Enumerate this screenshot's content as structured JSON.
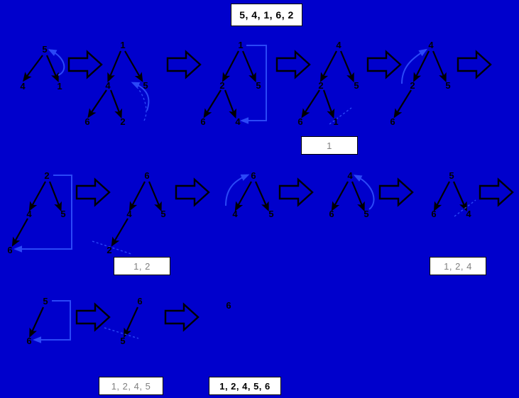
{
  "background_color": "#0000cc",
  "diagram": {
    "title": "heapsort-trace",
    "header_box": {
      "label": "5, 4, 1, 6, 2"
    },
    "rows": [
      {
        "name": "row-1",
        "trees": [
          {
            "name": "tree-1-1",
            "nodes": [
              "5",
              "4",
              "1"
            ]
          },
          {
            "name": "tree-1-2",
            "nodes": [
              "1",
              "4",
              "5",
              "6",
              "2"
            ]
          },
          {
            "name": "tree-1-3",
            "nodes": [
              "1",
              "2",
              "5",
              "6",
              "4"
            ]
          },
          {
            "name": "tree-1-4",
            "nodes": [
              "4",
              "2",
              "5",
              "6",
              "1"
            ]
          },
          {
            "name": "tree-1-5",
            "nodes": [
              "4",
              "2",
              "5",
              "6"
            ]
          }
        ],
        "output_box": {
          "label": "1"
        }
      },
      {
        "name": "row-2",
        "trees": [
          {
            "name": "tree-2-1",
            "nodes": [
              "2",
              "4",
              "5",
              "6"
            ]
          },
          {
            "name": "tree-2-2",
            "nodes": [
              "6",
              "4",
              "5",
              "2"
            ]
          },
          {
            "name": "tree-2-3",
            "nodes": [
              "6",
              "4",
              "5"
            ]
          },
          {
            "name": "tree-2-4",
            "nodes": [
              "4",
              "6",
              "5"
            ]
          },
          {
            "name": "tree-2-5",
            "nodes": [
              "5",
              "6",
              "4"
            ]
          }
        ],
        "output_boxes": [
          {
            "label": "1, 2"
          },
          {
            "label": "1, 2, 4"
          }
        ]
      },
      {
        "name": "row-3",
        "trees": [
          {
            "name": "tree-3-1",
            "nodes": [
              "5",
              "6"
            ]
          },
          {
            "name": "tree-3-2",
            "nodes": [
              "6",
              "5"
            ]
          },
          {
            "name": "tree-3-3",
            "nodes": [
              "6"
            ]
          }
        ],
        "output_boxes": [
          {
            "label": "1, 2, 4, 5"
          },
          {
            "label": "1, 2, 4, 5, 6"
          }
        ]
      }
    ],
    "node_labels": {
      "r1t1": [
        "5",
        "4",
        "1"
      ],
      "r1t2": [
        "1",
        "4",
        "5",
        "6",
        "2"
      ],
      "r1t3": [
        "1",
        "2",
        "5",
        "6",
        "4"
      ],
      "r1t4": [
        "4",
        "2",
        "5",
        "6",
        "1"
      ],
      "r1t5": [
        "4",
        "2",
        "5",
        "6"
      ],
      "r2t1": [
        "2",
        "4",
        "5",
        "6"
      ],
      "r2t2": [
        "6",
        "4",
        "5",
        "2"
      ],
      "r2t3": [
        "6",
        "4",
        "5"
      ],
      "r2t4": [
        "4",
        "6",
        "5"
      ],
      "r2t5": [
        "5",
        "6",
        "4"
      ],
      "r3t1": [
        "5",
        "6"
      ],
      "r3t2": [
        "6",
        "5"
      ],
      "r3t3": [
        "6"
      ]
    },
    "colors": {
      "background": "#0000cc",
      "edge": "#000000",
      "swap_arrow": "#3355ff",
      "box_fill": "#ffffff",
      "box_text_pending": "#808080",
      "box_text_final": "#000000"
    }
  }
}
